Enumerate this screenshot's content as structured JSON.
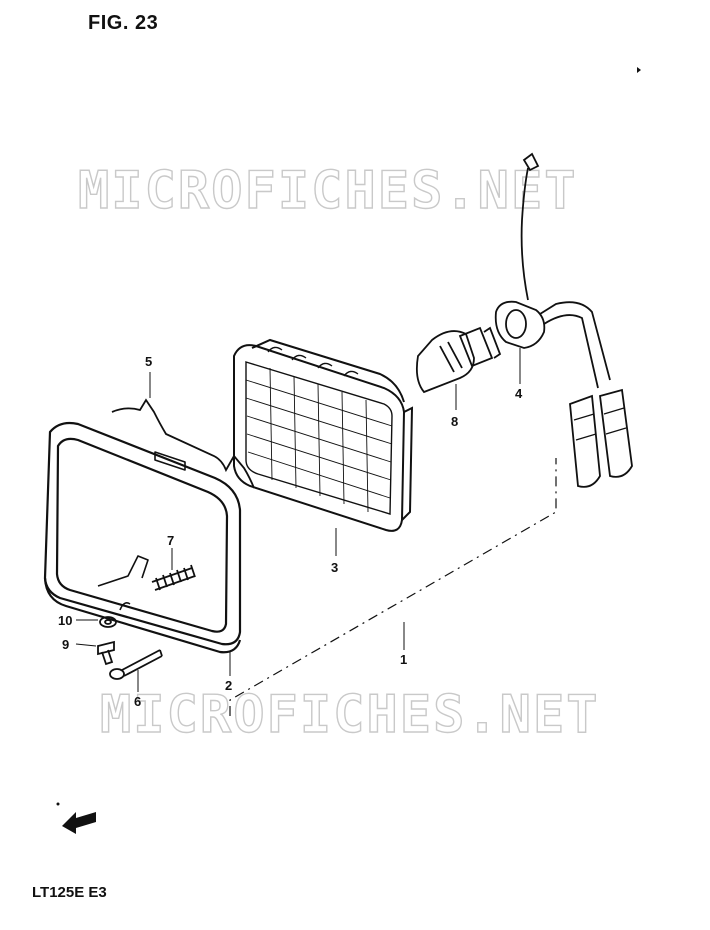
{
  "figure": {
    "title": "FIG. 23",
    "model": "LT125E  E3"
  },
  "watermark": {
    "text": "MICROFICHES.NET"
  },
  "callouts": [
    "1",
    "2",
    "3",
    "4",
    "5",
    "6",
    "7",
    "8",
    "9",
    "10"
  ],
  "parts": [
    {
      "ref": "headlight-housing-ring",
      "callout": "2"
    },
    {
      "ref": "headlight-lens-unit",
      "callout": "3"
    },
    {
      "ref": "bulb-socket-harness",
      "callout": "4"
    },
    {
      "ref": "wire-spring-clip",
      "callout": "5"
    },
    {
      "ref": "long-screw",
      "callout": "6"
    },
    {
      "ref": "coil-spring",
      "callout": "7"
    },
    {
      "ref": "bulb",
      "callout": "8"
    },
    {
      "ref": "small-bolt",
      "callout": "9"
    },
    {
      "ref": "washer",
      "callout": "10"
    },
    {
      "ref": "headlight-assembly",
      "callout": "1"
    }
  ],
  "colors": {
    "ink": "#111111",
    "watermark": "#c9c9c9",
    "background": "#ffffff"
  }
}
